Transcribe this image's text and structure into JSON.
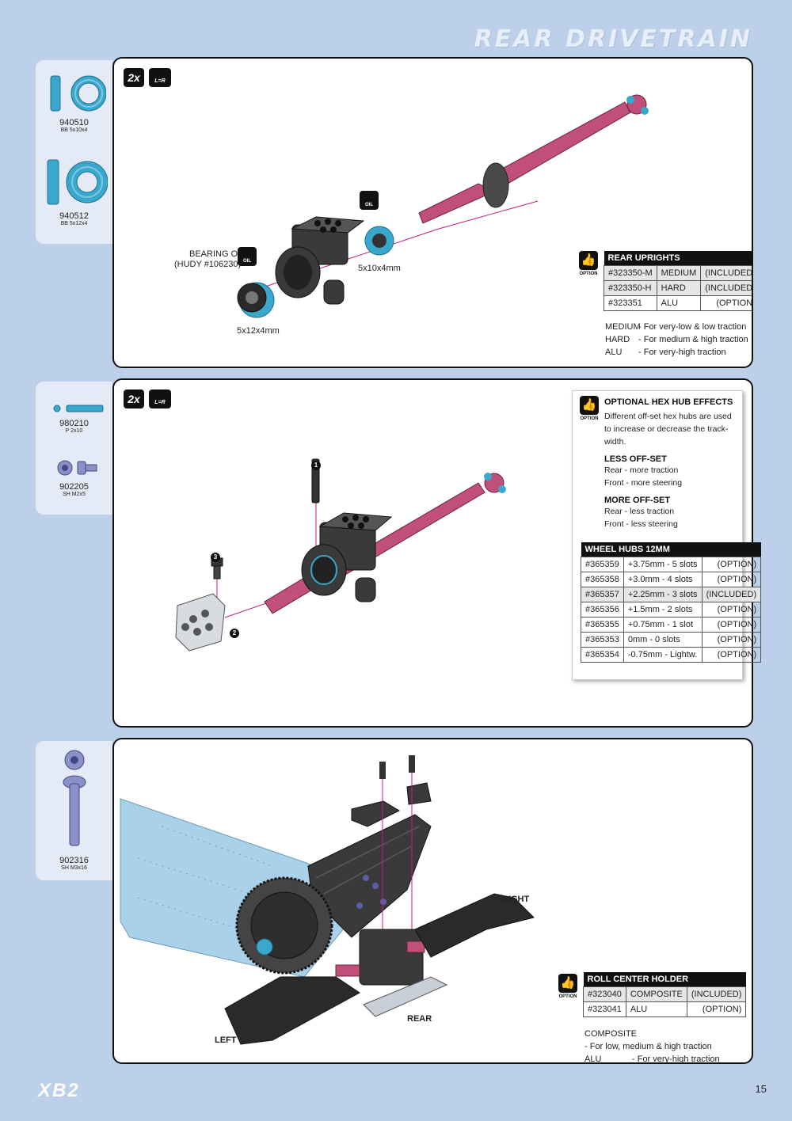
{
  "header": {
    "title": "REAR DRIVETRAIN"
  },
  "steps": [
    {
      "parts": [
        {
          "number": "940510",
          "desc": "BB 5x10x4"
        },
        {
          "number": "940512",
          "desc": "BB 5x12x4"
        }
      ],
      "badge_qty": "2x",
      "badge_sym": "L=R",
      "labels": {
        "bearing_oil": "BEARING OIL",
        "hudy": "(HUDY #106230)",
        "oil": "OIL",
        "oil2": "OIL",
        "b1": "5x10x4mm",
        "b2": "5x12x4mm"
      },
      "option_label": "OPTION",
      "table": {
        "title": "REAR UPRIGHTS",
        "rows": [
          [
            "#323350-M",
            "MEDIUM",
            "(INCLUDED)"
          ],
          [
            "#323350-H",
            "HARD",
            "(INCLUDED)"
          ],
          [
            "#323351",
            "ALU",
            "(OPTION)"
          ]
        ]
      },
      "notes": [
        [
          "MEDIUM",
          "- For very-low & low traction"
        ],
        [
          "HARD",
          "- For medium & high traction"
        ],
        [
          "ALU",
          "- For very-high traction"
        ]
      ]
    },
    {
      "parts": [
        {
          "number": "980210",
          "desc": "P 2x10"
        },
        {
          "number": "902205",
          "desc": "SH M2x5"
        }
      ],
      "badge_qty": "2x",
      "badge_sym": "L=R",
      "callouts": [
        "1",
        "2",
        "3"
      ],
      "option_label": "OPTION",
      "hex_effects": {
        "title": "OPTIONAL HEX HUB EFFECTS",
        "text": "Different off-set hex hubs are used to increase or decrease the track-width.",
        "less_title": "LESS OFF-SET",
        "less_1": "Rear - more traction",
        "less_2": "Front - more steering",
        "more_title": "MORE OFF-SET",
        "more_1": "Rear - less traction",
        "more_2": "Front - less steering"
      },
      "table": {
        "title": "WHEEL HUBS 12MM",
        "rows": [
          [
            "#365359",
            "+3.75mm - 5 slots",
            "(OPTION)"
          ],
          [
            "#365358",
            "+3.0mm  - 4 slots",
            "(OPTION)"
          ],
          [
            "#365357",
            "+2.25mm - 3 slots",
            "(INCLUDED)"
          ],
          [
            "#365356",
            "+1.5mm  - 2 slots",
            "(OPTION)"
          ],
          [
            "#365355",
            "+0.75mm - 1 slot",
            "(OPTION)"
          ],
          [
            "#365353",
            "0mm     - 0 slots",
            "(OPTION)"
          ],
          [
            "#365354",
            "-0.75mm - Lightw.",
            "(OPTION)"
          ]
        ]
      }
    },
    {
      "parts": [
        {
          "number": "902316",
          "desc": "SH M3x16"
        }
      ],
      "labels": {
        "right": "RIGHT",
        "rear": "REAR",
        "left": "LEFT"
      },
      "option_label": "OPTION",
      "table": {
        "title": "ROLL CENTER HOLDER",
        "rows": [
          [
            "#323040",
            "COMPOSITE",
            "(INCLUDED)"
          ],
          [
            "#323041",
            "ALU",
            "(OPTION)"
          ]
        ]
      },
      "notes": [
        [
          "COMPOSITE",
          "- For low, medium & high traction"
        ],
        [
          "ALU",
          "- For very-high traction"
        ]
      ]
    }
  ],
  "footer": {
    "logo": "XB2",
    "page": "15"
  },
  "colors": {
    "background": "#bcd0ea",
    "shaft": "#c0507a",
    "bearing": "#3aa8cc",
    "part_dark": "#3a3a3a",
    "chassis": "#a9d2ea"
  }
}
